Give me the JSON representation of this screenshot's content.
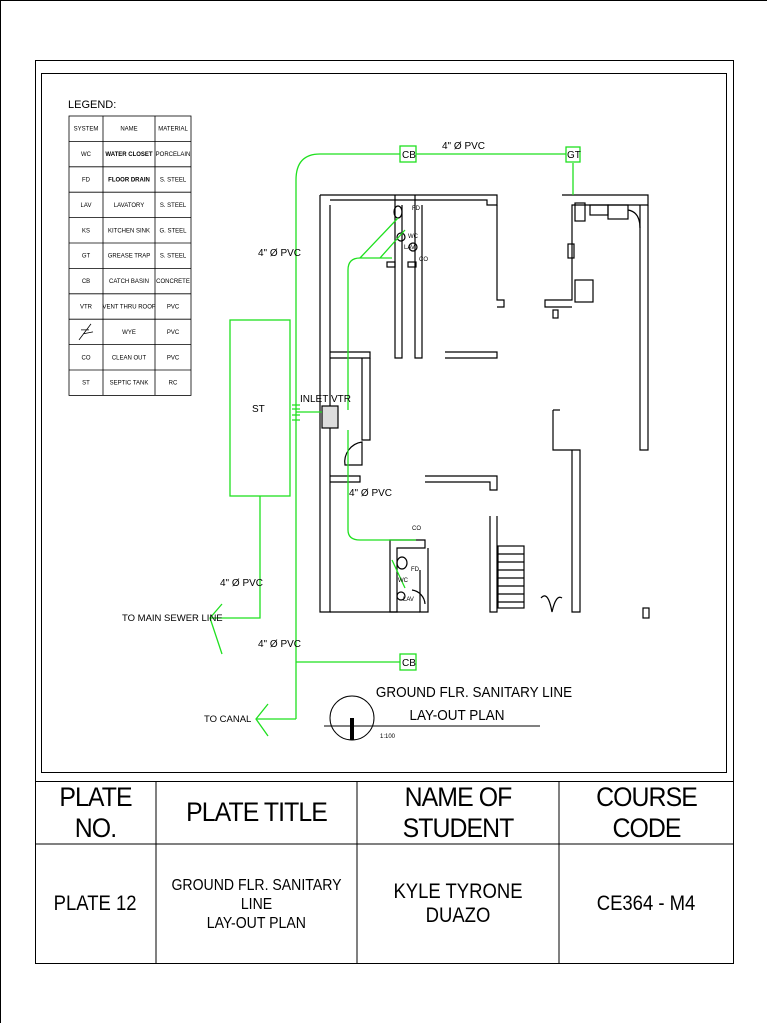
{
  "legend": {
    "title": "LEGEND:",
    "headers": [
      "SYSTEM",
      "NAME",
      "MATERIAL"
    ],
    "rows": [
      [
        "WC",
        "WATER CLOSET",
        "PORCELAIN"
      ],
      [
        "FD",
        "FLOOR DRAIN",
        "S. STEEL"
      ],
      [
        "LAV",
        "LAVATORY",
        "S. STEEL"
      ],
      [
        "KS",
        "KITCHEN SINK",
        "G. STEEL"
      ],
      [
        "GT",
        "GREASE TRAP",
        "S. STEEL"
      ],
      [
        "CB",
        "CATCH BASIN",
        "CONCRETE"
      ],
      [
        "VTR",
        "VENT THRU ROOF",
        "PVC"
      ],
      [
        "",
        "WYE",
        "PVC"
      ],
      [
        "CO",
        "CLEAN OUT",
        "PVC"
      ],
      [
        "ST",
        "SEPTIC TANK",
        "RC"
      ]
    ]
  },
  "plan": {
    "labels": {
      "pipe_top": "4\" Ø PVC",
      "pipe_left": "4\" Ø PVC",
      "pipe_mid": "4\" Ø PVC",
      "pipe_st": "4\" Ø PVC",
      "pipe_bottom": "4\" Ø PVC",
      "cb_top": "CB",
      "gt": "GT",
      "cb_bottom": "CB",
      "st": "ST",
      "inlet_vtr": "INLET VTR",
      "to_main_sewer": "TO MAIN SEWER LINE",
      "to_canal": "TO CANAL",
      "fd_1": "FD",
      "wc_1": "WC",
      "lav_1": "LAV",
      "co_1": "CO",
      "co_2": "CO",
      "fd_2": "FD",
      "wc_2": "WC",
      "lav_2": "LAV"
    },
    "title_line1": "GROUND FLR. SANITARY LINE",
    "title_line2": "LAY-OUT PLAN",
    "scale": "1:100"
  },
  "title_block": {
    "headers": {
      "plate_no": "PLATE NO.",
      "plate_title": "PLATE TITLE",
      "student": "NAME OF STUDENT",
      "course": "COURSE CODE"
    },
    "values": {
      "plate_no": "PLATE 12",
      "plate_title_line1": "GROUND FLR. SANITARY LINE",
      "plate_title_line2": "LAY-OUT PLAN",
      "student": "KYLE TYRONE DUAZO",
      "course": "CE364 - M4"
    }
  },
  "colors": {
    "pipe": "#1fe01f",
    "line": "#000000"
  }
}
